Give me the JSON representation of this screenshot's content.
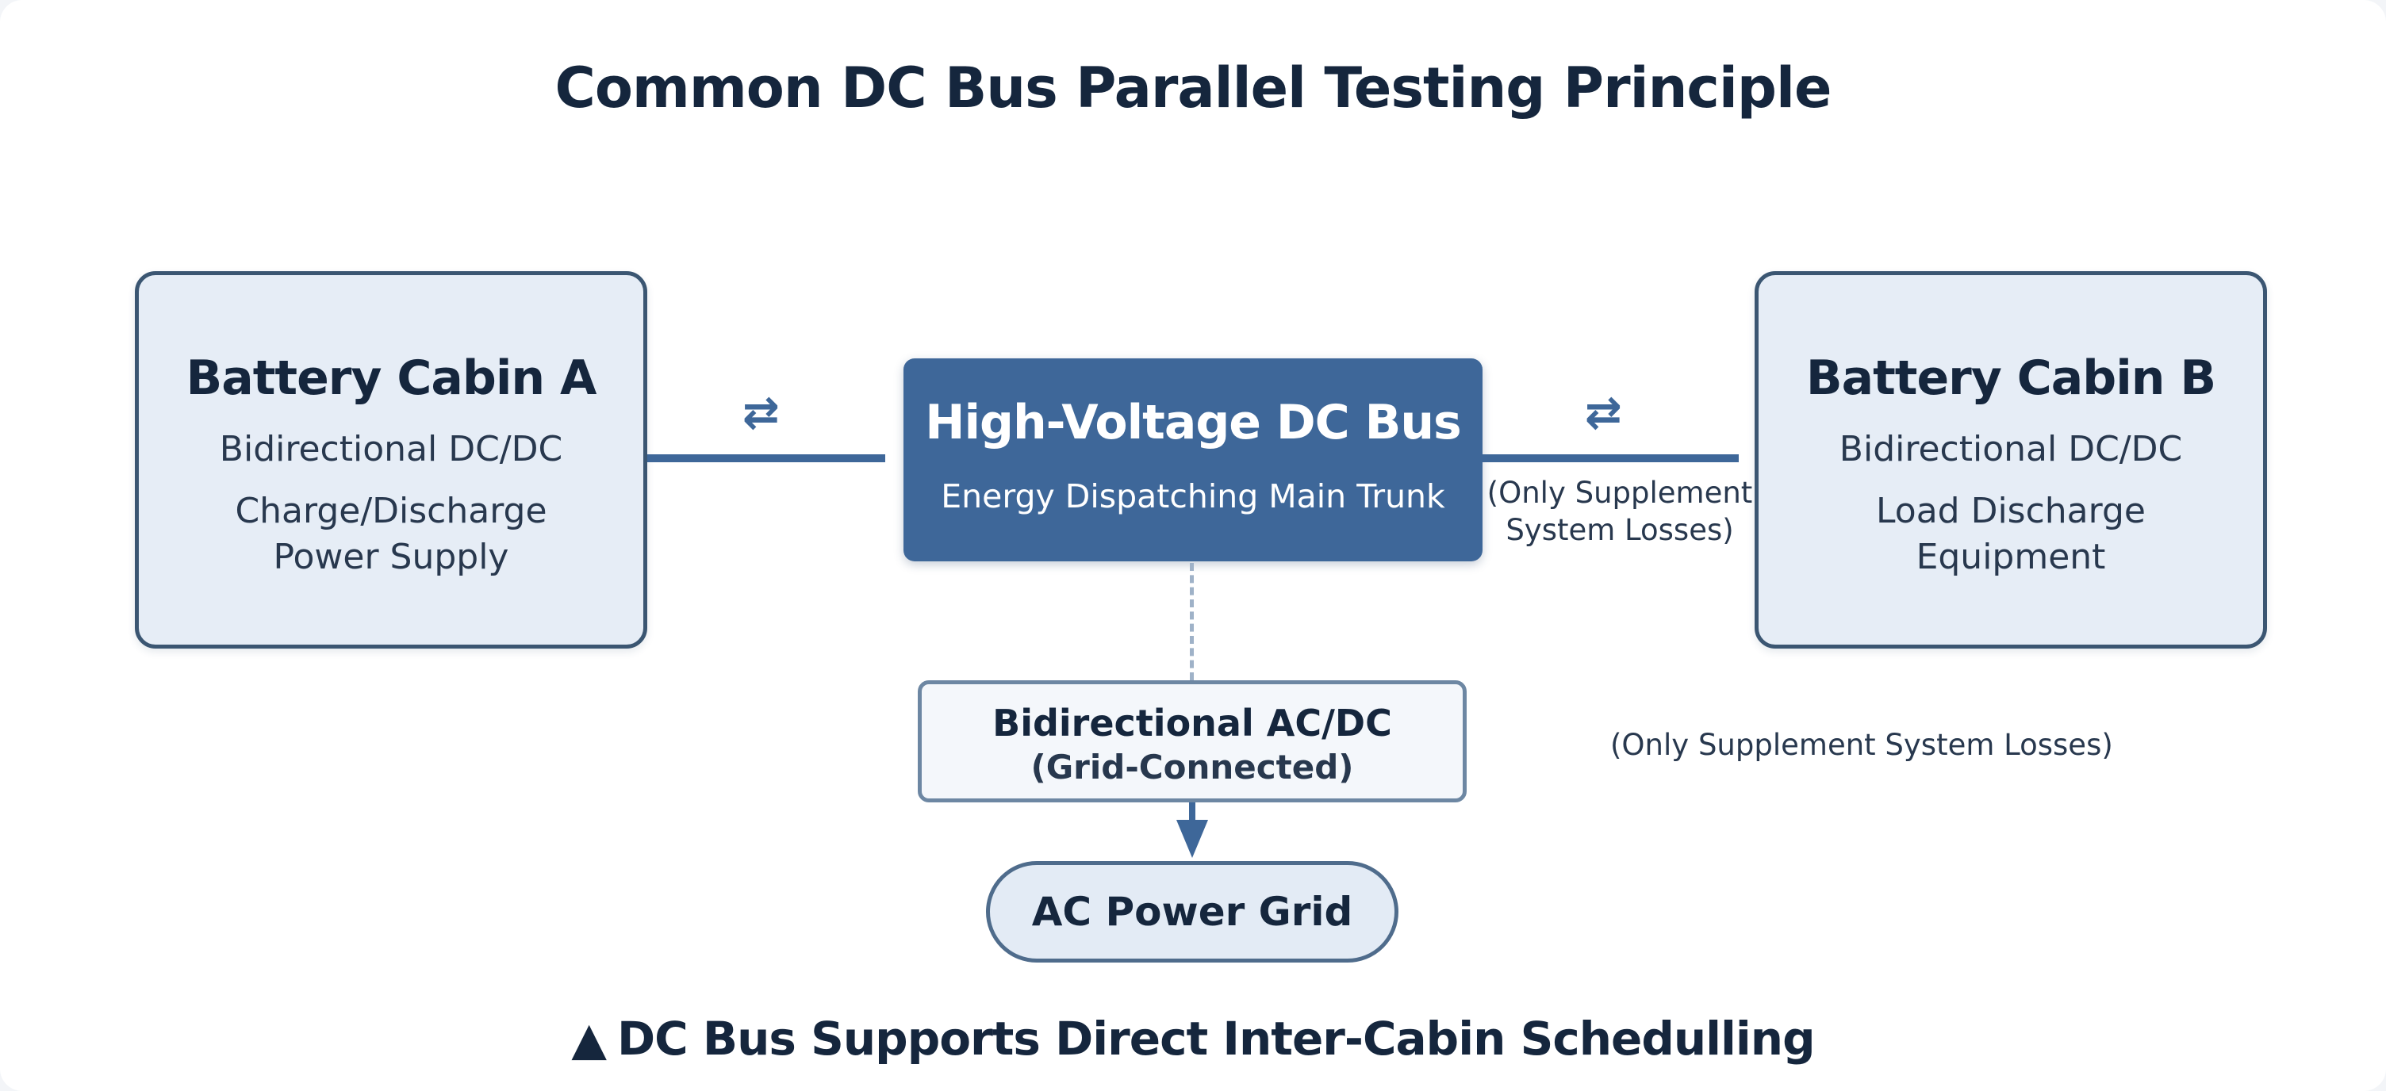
{
  "title": "Common DC Bus Parallel Testing Principle",
  "cabin_a": {
    "name": "Battery Cabin A",
    "line1": "Bidirectional DC/DC",
    "line2": "Charge/Discharge",
    "line3": "Power Supply"
  },
  "cabin_b": {
    "name": "Battery Cabin B",
    "line1": "Bidirectional DC/DC",
    "line2": "Load Discharge",
    "line3": "Equipment"
  },
  "bus": {
    "name": "High-Voltage DC Bus",
    "subtitle": "Energy Dispatching Main Trunk"
  },
  "connector_symbol": "⇄",
  "note_small": {
    "line1": "(Only Supplement",
    "line2": "System Losses)"
  },
  "note_wide": "(Only Supplement System Losses)",
  "acdc": {
    "line1": "Bidirectional AC/DC",
    "line2": "(Grid-Connected)"
  },
  "grid_label": "AC Power Grid",
  "footer": {
    "symbol": "▲",
    "text": "DC Bus Supports Direct Inter-Cabin Schedulling"
  },
  "colors": {
    "bus_fill": "#3e6799",
    "cabin_fill": "#e6edf6",
    "cabin_border": "#3b5672",
    "text_dark": "#15263d"
  }
}
